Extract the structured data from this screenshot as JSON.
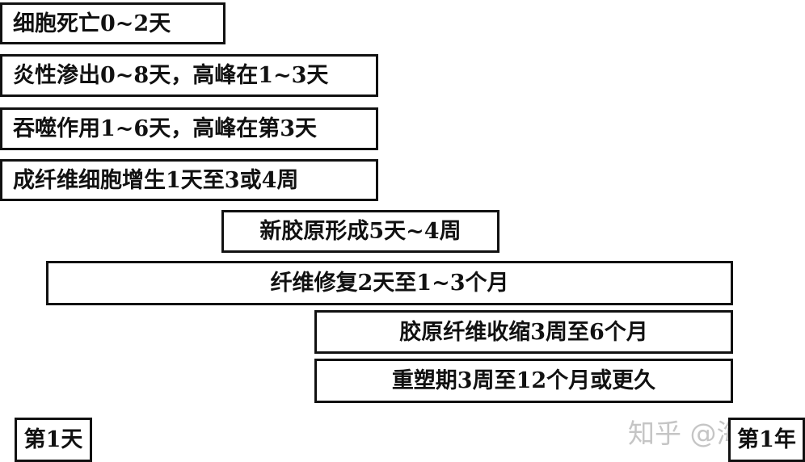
{
  "stages": [
    {
      "label": "细胞死亡0~2天"
    },
    {
      "label": "炎性渗出0~8天，高峰在1~3天"
    },
    {
      "label": "吞噬作用1~6天，高峰在第3天"
    },
    {
      "label": "成纤维细胞增生1天至3或4周"
    },
    {
      "label": "新胶原形成5天~4周"
    },
    {
      "label": "纤维修复2天至1~3个月"
    },
    {
      "label": "胶原纤维收缩3周至6个月"
    },
    {
      "label": "重塑期3周至12个月或更久"
    }
  ],
  "markers": {
    "start": "第1天",
    "end": "第1年"
  },
  "watermark": "知乎 @海桂智"
}
